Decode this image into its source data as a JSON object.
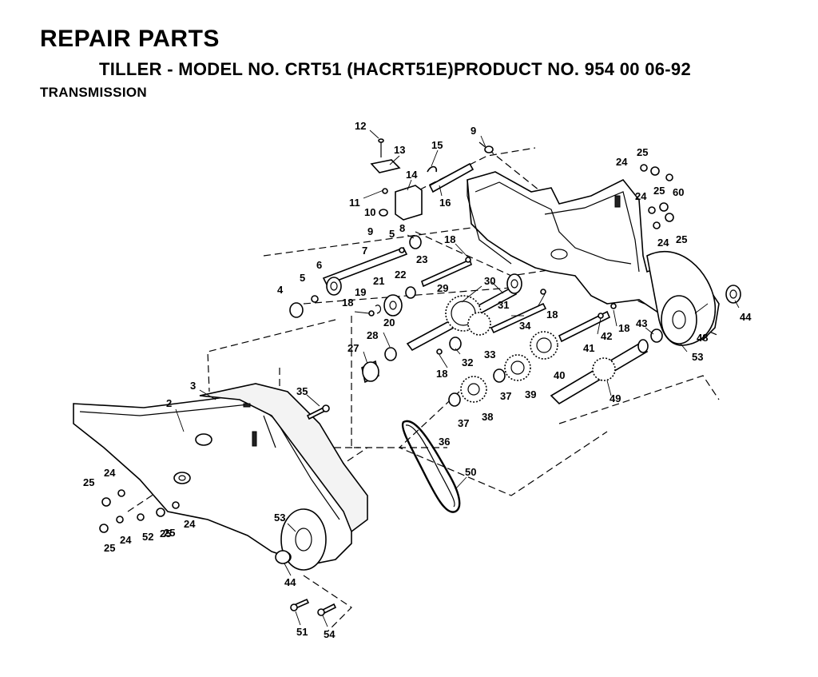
{
  "header": {
    "title": "REPAIR PARTS",
    "model_line": "TILLER - MODEL NO. CRT51 (HACRT51E)PRODUCT NO. 954 00 06-92",
    "section": "TRANSMISSION"
  },
  "callouts": {
    "c12": "12",
    "c13": "13",
    "c15": "15",
    "c9a": "9",
    "c14": "14",
    "c11": "11",
    "c10": "10",
    "c16": "16",
    "c9b": "9",
    "c8": "8",
    "c5a": "5",
    "c7": "7",
    "c6": "6",
    "c5b": "5",
    "c4": "4",
    "c18a": "18",
    "c23": "23",
    "c22": "22",
    "c21": "21",
    "c19": "19",
    "c18b": "18",
    "c20": "20",
    "c29": "29",
    "c30": "30",
    "c31": "31",
    "c18c": "18",
    "c34": "34",
    "c28": "28",
    "c27": "27",
    "c32": "32",
    "c18d": "18",
    "c33": "33",
    "c40": "40",
    "c41": "41",
    "c42": "42",
    "c18e": "18",
    "c43": "43",
    "c39": "39",
    "c37a": "37",
    "c38": "38",
    "c37b": "37",
    "c36": "36",
    "c49": "49",
    "c50": "50",
    "c35": "35",
    "c3": "3",
    "c2": "2",
    "c24a": "24",
    "c25a": "25",
    "c24b": "24",
    "c25b": "25",
    "c60": "60",
    "c24c": "24",
    "c25c": "25",
    "c44a": "44",
    "c48": "48",
    "c53a": "53",
    "c25d": "25",
    "c24d": "24",
    "c24e": "24",
    "c25e": "25",
    "c24f": "24",
    "c52": "52",
    "c25f": "25",
    "c25g": "25",
    "c53b": "53",
    "c44b": "44",
    "c51": "51",
    "c54": "54"
  }
}
